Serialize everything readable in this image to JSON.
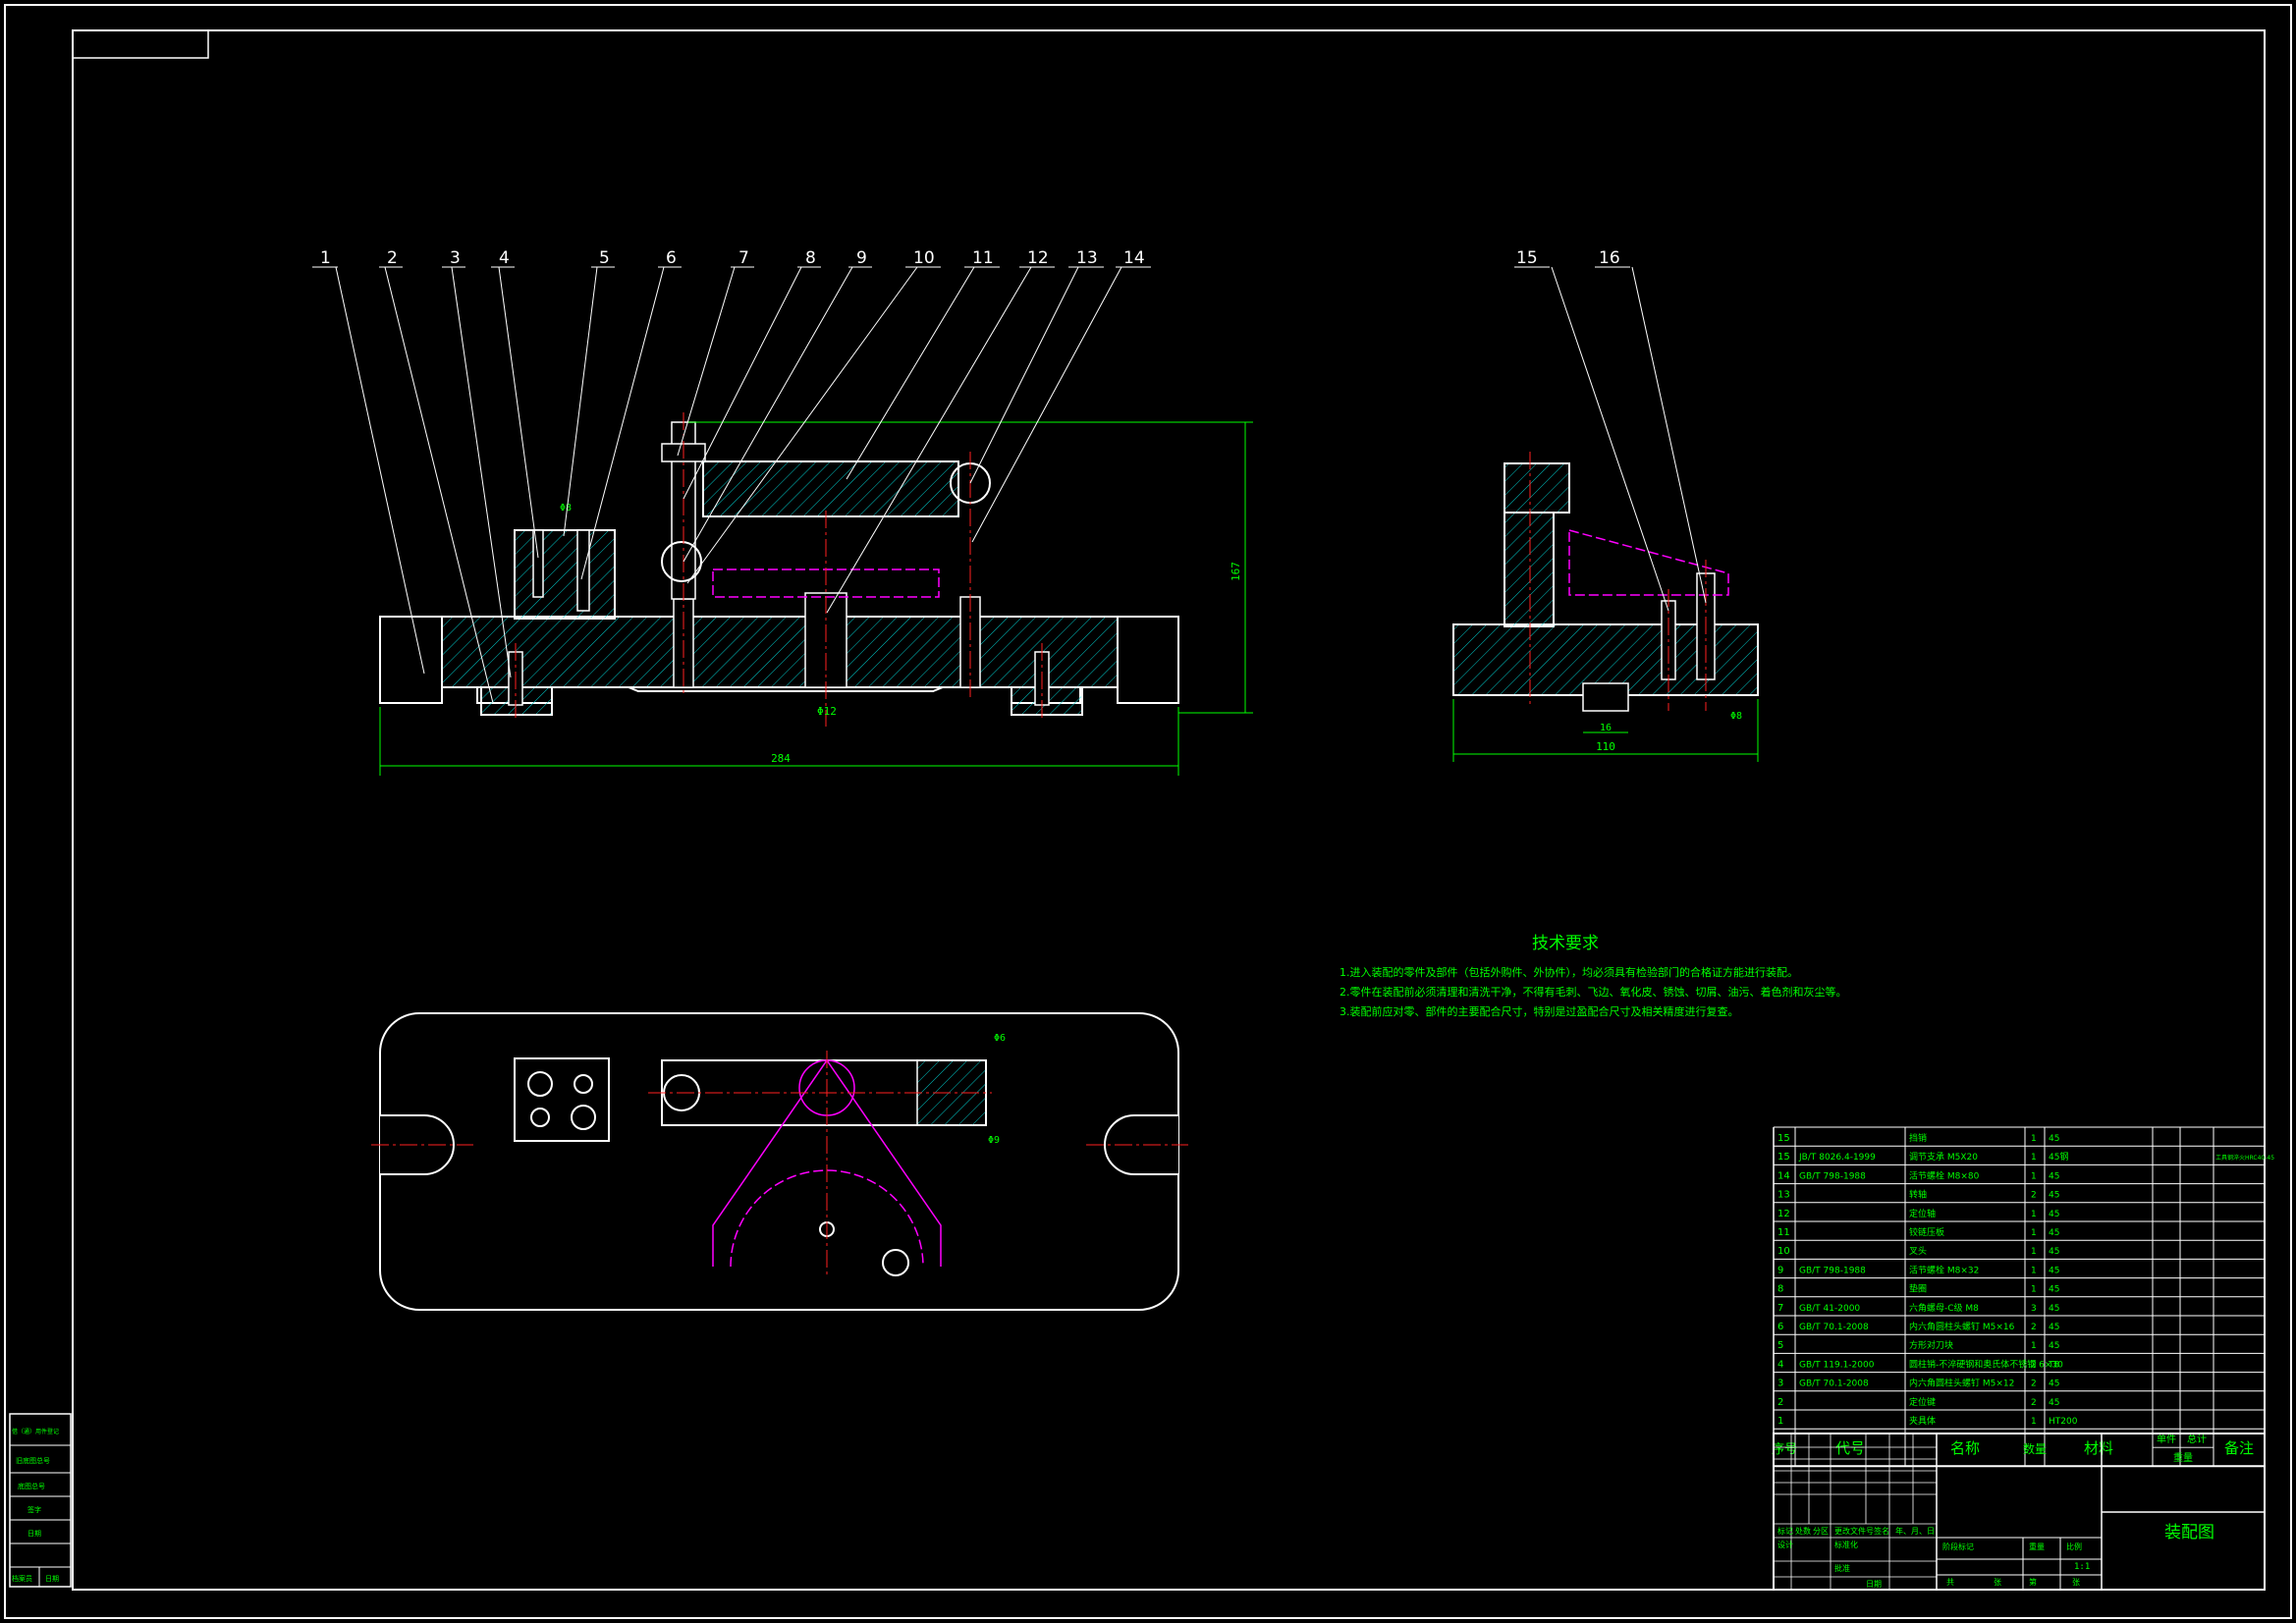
{
  "colors": {
    "background": "#000000",
    "frame": "#ffffff",
    "hatch": "#00c8c8",
    "dimension": "#00ff00",
    "center": "#ff2020",
    "hidden": "#ff00ff",
    "text_green": "#00ff00"
  },
  "balloons_front": [
    "1",
    "2",
    "3",
    "4",
    "5",
    "6",
    "7",
    "8",
    "9",
    "10",
    "11",
    "12",
    "13",
    "14"
  ],
  "balloons_side": [
    "15",
    "16"
  ],
  "dims": {
    "overall_length": "284",
    "height": "167",
    "phi12": "Φ12",
    "phi8": "Φ8",
    "side_width": "110",
    "side_16": "16",
    "side_phi8": "Φ8",
    "plan_phi6": "Φ6",
    "plan_phi9": "Φ9"
  },
  "tech": {
    "title": "技术要求",
    "lines": [
      "1.进入装配的零件及部件（包括外购件、外协件），均必须具有检验部门的合格证方能进行装配。",
      "2.零件在装配前必须清理和清洗干净，不得有毛刺、飞边、氧化皮、锈蚀、切屑、油污、着色剂和灰尘等。",
      "3.装配前应对零、部件的主要配合尺寸，特别是过盈配合尺寸及相关精度进行复查。"
    ]
  },
  "bom": {
    "headers": [
      "序号",
      "代号",
      "名称",
      "数量",
      "材料",
      "单件",
      "总计",
      "备注"
    ],
    "header_weight": "重量",
    "rows": [
      {
        "no": "15",
        "code": "",
        "name": "挡销",
        "qty": "1",
        "mat": "45",
        "note": ""
      },
      {
        "no": "15",
        "code": "JB/T 8026.4-1999",
        "name": "调节支承 M5X20",
        "qty": "1",
        "mat": "45钢",
        "note": "工具钢淬火HRC40-45"
      },
      {
        "no": "14",
        "code": "GB/T 798-1988",
        "name": "活节螺栓 M8×80",
        "qty": "1",
        "mat": "45",
        "note": ""
      },
      {
        "no": "13",
        "code": "",
        "name": "转轴",
        "qty": "2",
        "mat": "45",
        "note": ""
      },
      {
        "no": "12",
        "code": "",
        "name": "定位轴",
        "qty": "1",
        "mat": "45",
        "note": ""
      },
      {
        "no": "11",
        "code": "",
        "name": "铰链压板",
        "qty": "1",
        "mat": "45",
        "note": ""
      },
      {
        "no": "10",
        "code": "",
        "name": "叉头",
        "qty": "1",
        "mat": "45",
        "note": ""
      },
      {
        "no": "9",
        "code": "GB/T 798-1988",
        "name": "活节螺栓 M8×32",
        "qty": "1",
        "mat": "45",
        "note": ""
      },
      {
        "no": "8",
        "code": "",
        "name": "垫圈",
        "qty": "1",
        "mat": "45",
        "note": ""
      },
      {
        "no": "7",
        "code": "GB/T 41-2000",
        "name": "六角螺母-C级 M8",
        "qty": "3",
        "mat": "45",
        "note": ""
      },
      {
        "no": "6",
        "code": "GB/T 70.1-2008",
        "name": "内六角圆柱头螺钉 M5×16",
        "qty": "2",
        "mat": "45",
        "note": ""
      },
      {
        "no": "5",
        "code": "",
        "name": "方形对刀块",
        "qty": "1",
        "mat": "45",
        "note": ""
      },
      {
        "no": "4",
        "code": "GB/T 119.1-2000",
        "name": "圆柱销-不淬硬钢和奥氏体不锈钢 6×30",
        "qty": "2",
        "mat": "T8",
        "note": ""
      },
      {
        "no": "3",
        "code": "GB/T 70.1-2008",
        "name": "内六角圆柱头螺钉 M5×12",
        "qty": "2",
        "mat": "45",
        "note": ""
      },
      {
        "no": "2",
        "code": "",
        "name": "定位键",
        "qty": "2",
        "mat": "45",
        "note": ""
      },
      {
        "no": "1",
        "code": "",
        "name": "夹具体",
        "qty": "1",
        "mat": "HT200",
        "note": ""
      }
    ]
  },
  "title_block": {
    "drawing_name": "装配图",
    "scale": "1:1",
    "labels_row1": [
      "标记",
      "处数",
      "分区",
      "更改文件号",
      "签名",
      "年、月、日"
    ],
    "labels_row2": [
      "设计",
      "",
      "标准化",
      "",
      "",
      ""
    ],
    "labels_stage": [
      "阶段标记",
      "重量",
      "比例"
    ],
    "labels_sheet": [
      "共",
      "张",
      "第",
      "张"
    ],
    "labels_approve": [
      "批准"
    ],
    "labels_date": [
      "日期"
    ]
  },
  "left_strip": {
    "labels": [
      "借（通）用件登记",
      "旧底图总号",
      "底图总号",
      "签字",
      "日期"
    ],
    "bottom": [
      "档案员",
      "日期"
    ]
  }
}
